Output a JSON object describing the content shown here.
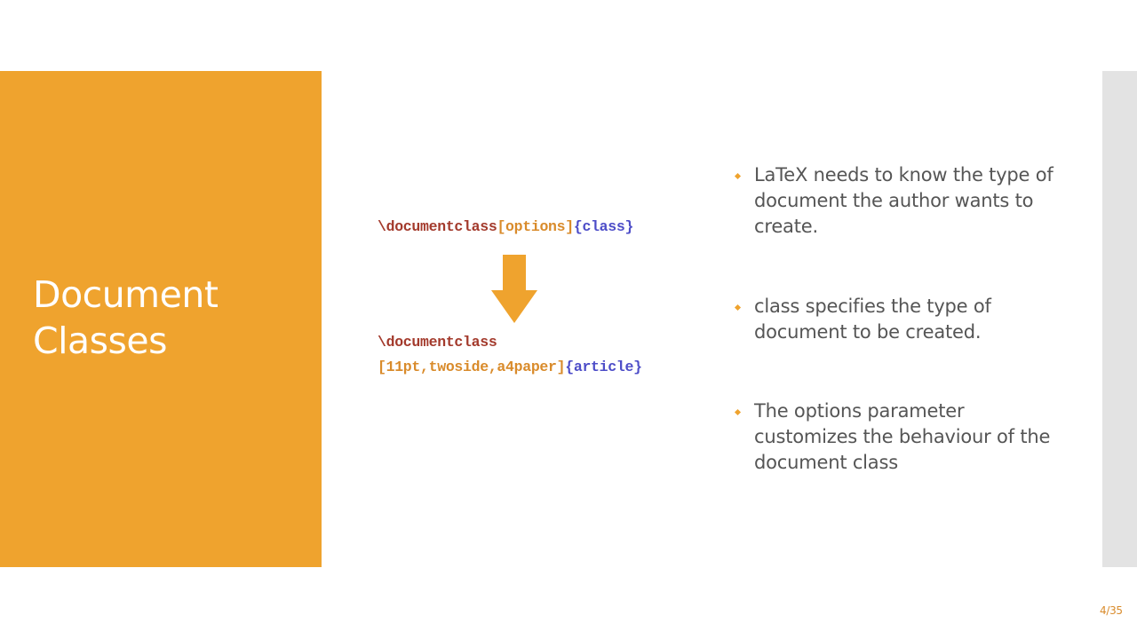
{
  "slide": {
    "title": "Document Classes",
    "page_number": "4/35",
    "accent_color": "#EFA32E",
    "side_strip_color": "#E3E3E3"
  },
  "code_figure": {
    "line1": {
      "cmd": "\\documentclass",
      "options": "[options]",
      "class": "{class}"
    },
    "arrow_icon": "down-arrow-icon",
    "line2": {
      "cmd": "\\documentclass"
    },
    "line3": {
      "options": "[11pt,twoside,a4paper]",
      "class": "{article}"
    }
  },
  "bullets": [
    "LaTeX needs to know the type of document the author wants to create.",
    "class specifies the type of document to be created.",
    "The options parameter customizes the behaviour of the document class"
  ]
}
